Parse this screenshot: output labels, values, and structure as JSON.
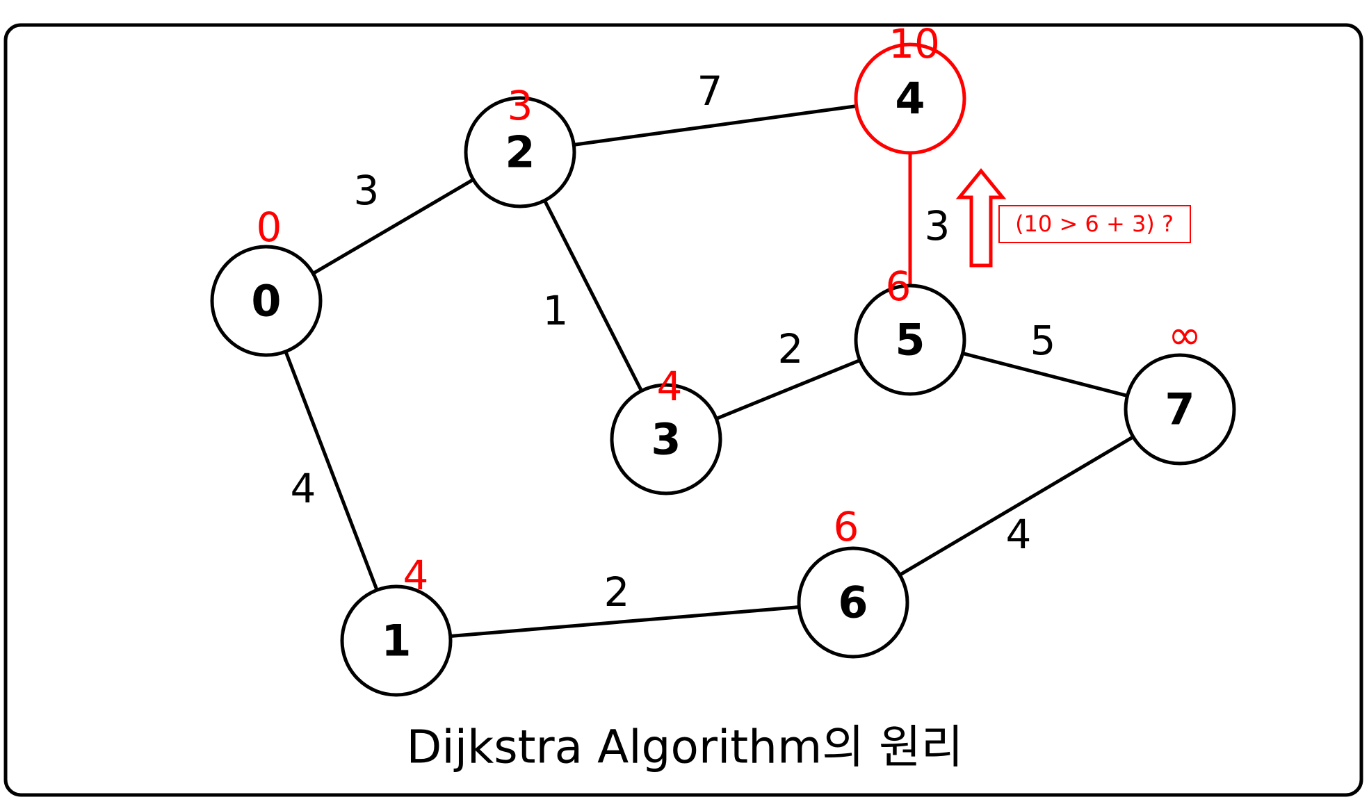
{
  "colors": {
    "highlight": "#ff0000",
    "stroke": "#000000"
  },
  "nodes": [
    {
      "id": "0",
      "label": "0",
      "distance": "0",
      "highlight": false
    },
    {
      "id": "1",
      "label": "1",
      "distance": "4",
      "highlight": false
    },
    {
      "id": "2",
      "label": "2",
      "distance": "3",
      "highlight": false
    },
    {
      "id": "3",
      "label": "3",
      "distance": "4",
      "highlight": false
    },
    {
      "id": "4",
      "label": "4",
      "distance": "10",
      "highlight": true
    },
    {
      "id": "5",
      "label": "5",
      "distance": "6",
      "highlight": false
    },
    {
      "id": "6",
      "label": "6",
      "distance": "6",
      "highlight": false
    },
    {
      "id": "7",
      "label": "7",
      "distance": "∞",
      "highlight": false
    }
  ],
  "edges": [
    {
      "from": "0",
      "to": "2",
      "weight": "3",
      "highlight": false
    },
    {
      "from": "0",
      "to": "1",
      "weight": "4",
      "highlight": false
    },
    {
      "from": "2",
      "to": "4",
      "weight": "7",
      "highlight": false
    },
    {
      "from": "2",
      "to": "3",
      "weight": "1",
      "highlight": false
    },
    {
      "from": "3",
      "to": "5",
      "weight": "2",
      "highlight": false
    },
    {
      "from": "4",
      "to": "5",
      "weight": "3",
      "highlight": true
    },
    {
      "from": "5",
      "to": "7",
      "weight": "5",
      "highlight": false
    },
    {
      "from": "1",
      "to": "6",
      "weight": "2",
      "highlight": false
    },
    {
      "from": "6",
      "to": "7",
      "weight": "4",
      "highlight": false
    }
  ],
  "annotation": {
    "text": "(10 > 6 + 3) ?"
  },
  "caption": "Dijkstra Algorithm의 원리"
}
